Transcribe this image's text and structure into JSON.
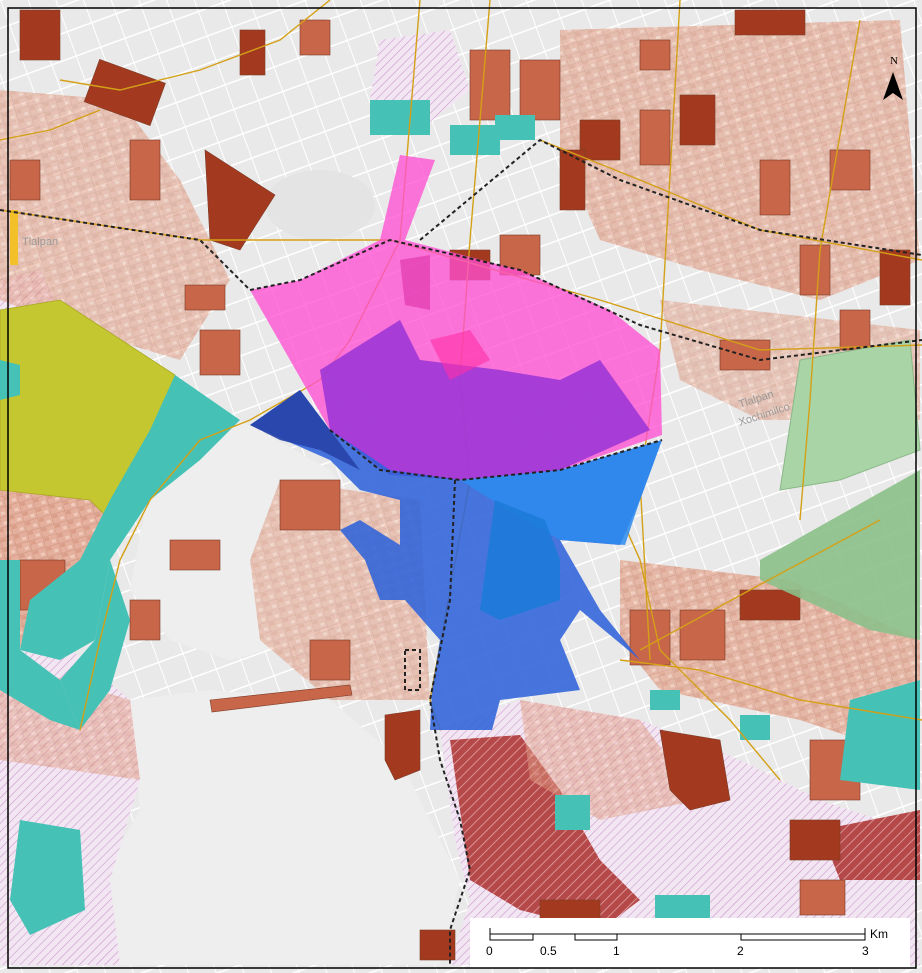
{
  "map": {
    "street_labels": [
      "Tlalpan",
      "Tlalpan",
      "Xochimilco"
    ],
    "north_label": "N",
    "scale": {
      "unit": "Km",
      "ticks": [
        "0",
        "0.5",
        "1",
        "2",
        "3"
      ]
    },
    "icons": [
      "north-arrow-icon"
    ],
    "colors": {
      "background": "#f0f0f0",
      "street": "#ffffff",
      "road_outline": "#d4a017",
      "parcel_light": "#e8a98b",
      "parcel_mid": "#c8664a",
      "parcel_dark": "#a33a1f",
      "park_teal": "#45c1b6",
      "park_olive": "#c5c730",
      "park_green": "#8cc08a",
      "zone_pink": "#ff4fd2",
      "zone_purple": "#9b36d6",
      "zone_blue": "#2f63d9",
      "zone_lightblue": "#2d8cf0",
      "hatch": "#c9a3c9"
    }
  }
}
